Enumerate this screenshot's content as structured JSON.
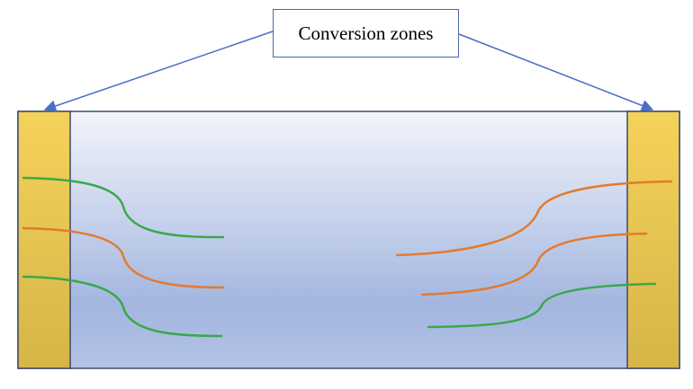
{
  "callout": {
    "label": "Conversion zones"
  },
  "colors": {
    "chamber_top": "#f2f5fb",
    "chamber_bottom": "#a4b6df",
    "chamber_border": "#3e4a6a",
    "zone_top": "#f4d25a",
    "zone_bottom": "#d6b548",
    "arrow": "#4a6fc4",
    "curve_green": "#3aa84a",
    "curve_orange": "#e27a2e"
  },
  "curves": [
    {
      "name": "left-curve-top",
      "color": "green"
    },
    {
      "name": "left-curve-middle",
      "color": "orange"
    },
    {
      "name": "left-curve-bottom",
      "color": "green"
    },
    {
      "name": "right-curve-top",
      "color": "orange"
    },
    {
      "name": "right-curve-middle",
      "color": "orange"
    },
    {
      "name": "right-curve-bottom",
      "color": "green"
    }
  ]
}
